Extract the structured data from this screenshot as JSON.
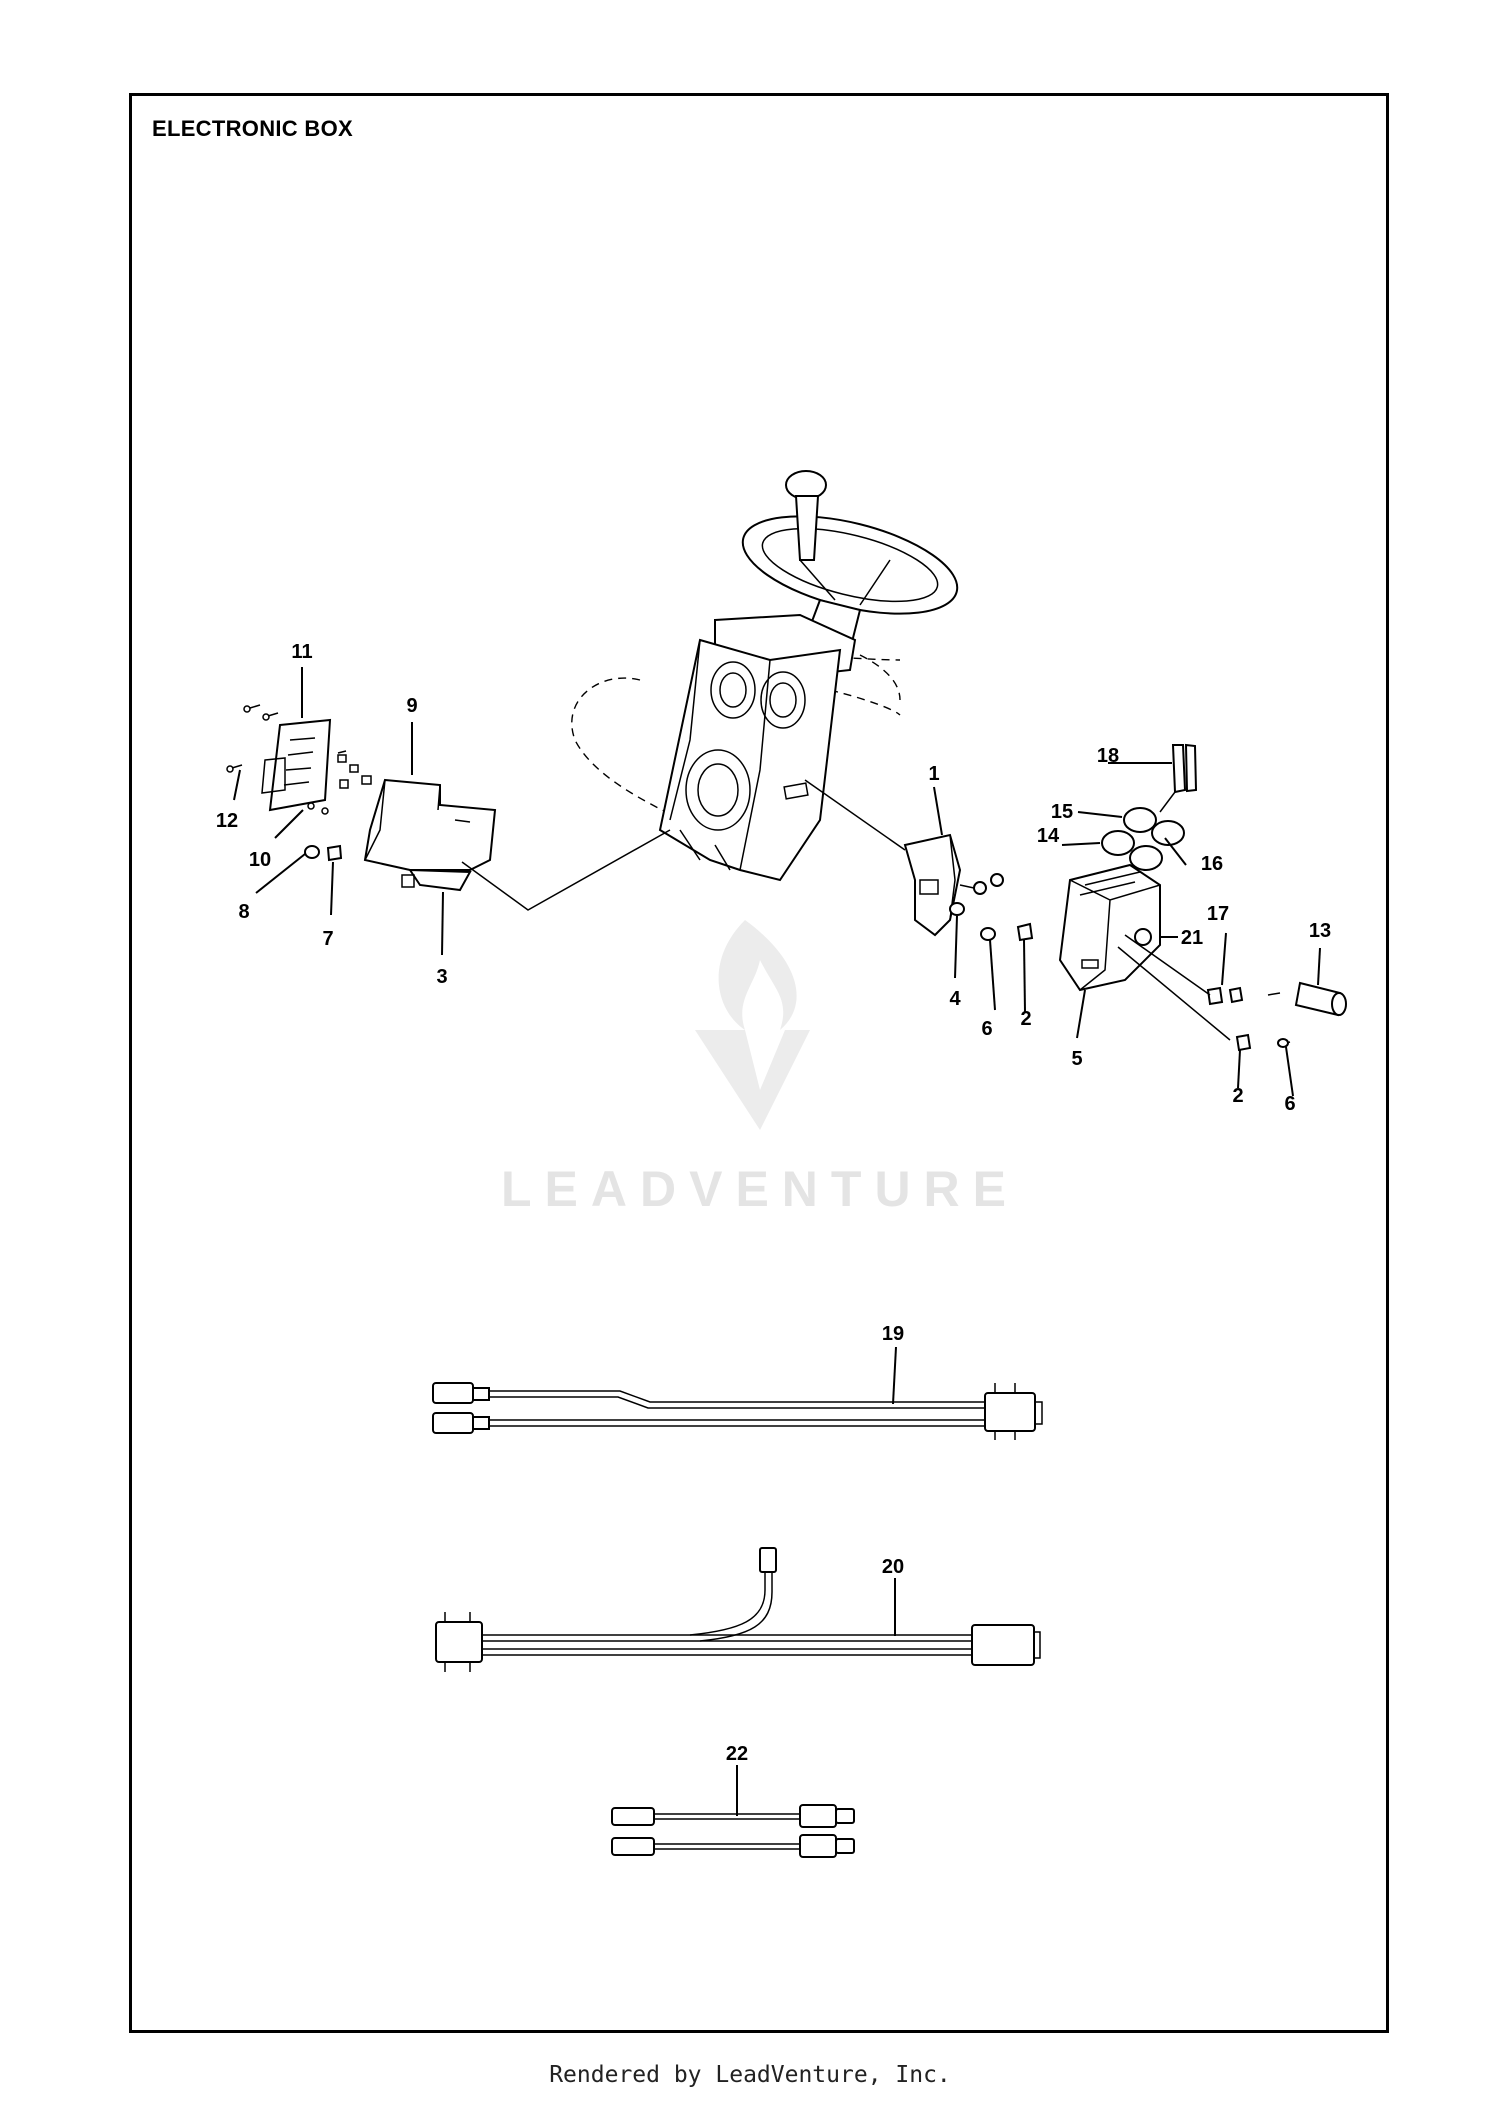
{
  "page": {
    "title": "ELECTRONIC BOX",
    "footer": "Rendered by LeadVenture, Inc.",
    "watermark": "LEADVENTURE"
  },
  "callouts": {
    "c1": "1",
    "c2a": "2",
    "c2b": "2",
    "c3": "3",
    "c4": "4",
    "c5": "5",
    "c6a": "6",
    "c6b": "6",
    "c7": "7",
    "c8": "8",
    "c9": "9",
    "c10": "10",
    "c11": "11",
    "c12": "12",
    "c13": "13",
    "c14": "14",
    "c15": "15",
    "c16": "16",
    "c17": "17",
    "c18": "18",
    "c19": "19",
    "c20": "20",
    "c21": "21",
    "c22": "22"
  },
  "icons": {
    "watermark_logo": "flame-v-logo-icon"
  },
  "colors": {
    "line": "#000000",
    "watermark": "#e4e4e4"
  }
}
